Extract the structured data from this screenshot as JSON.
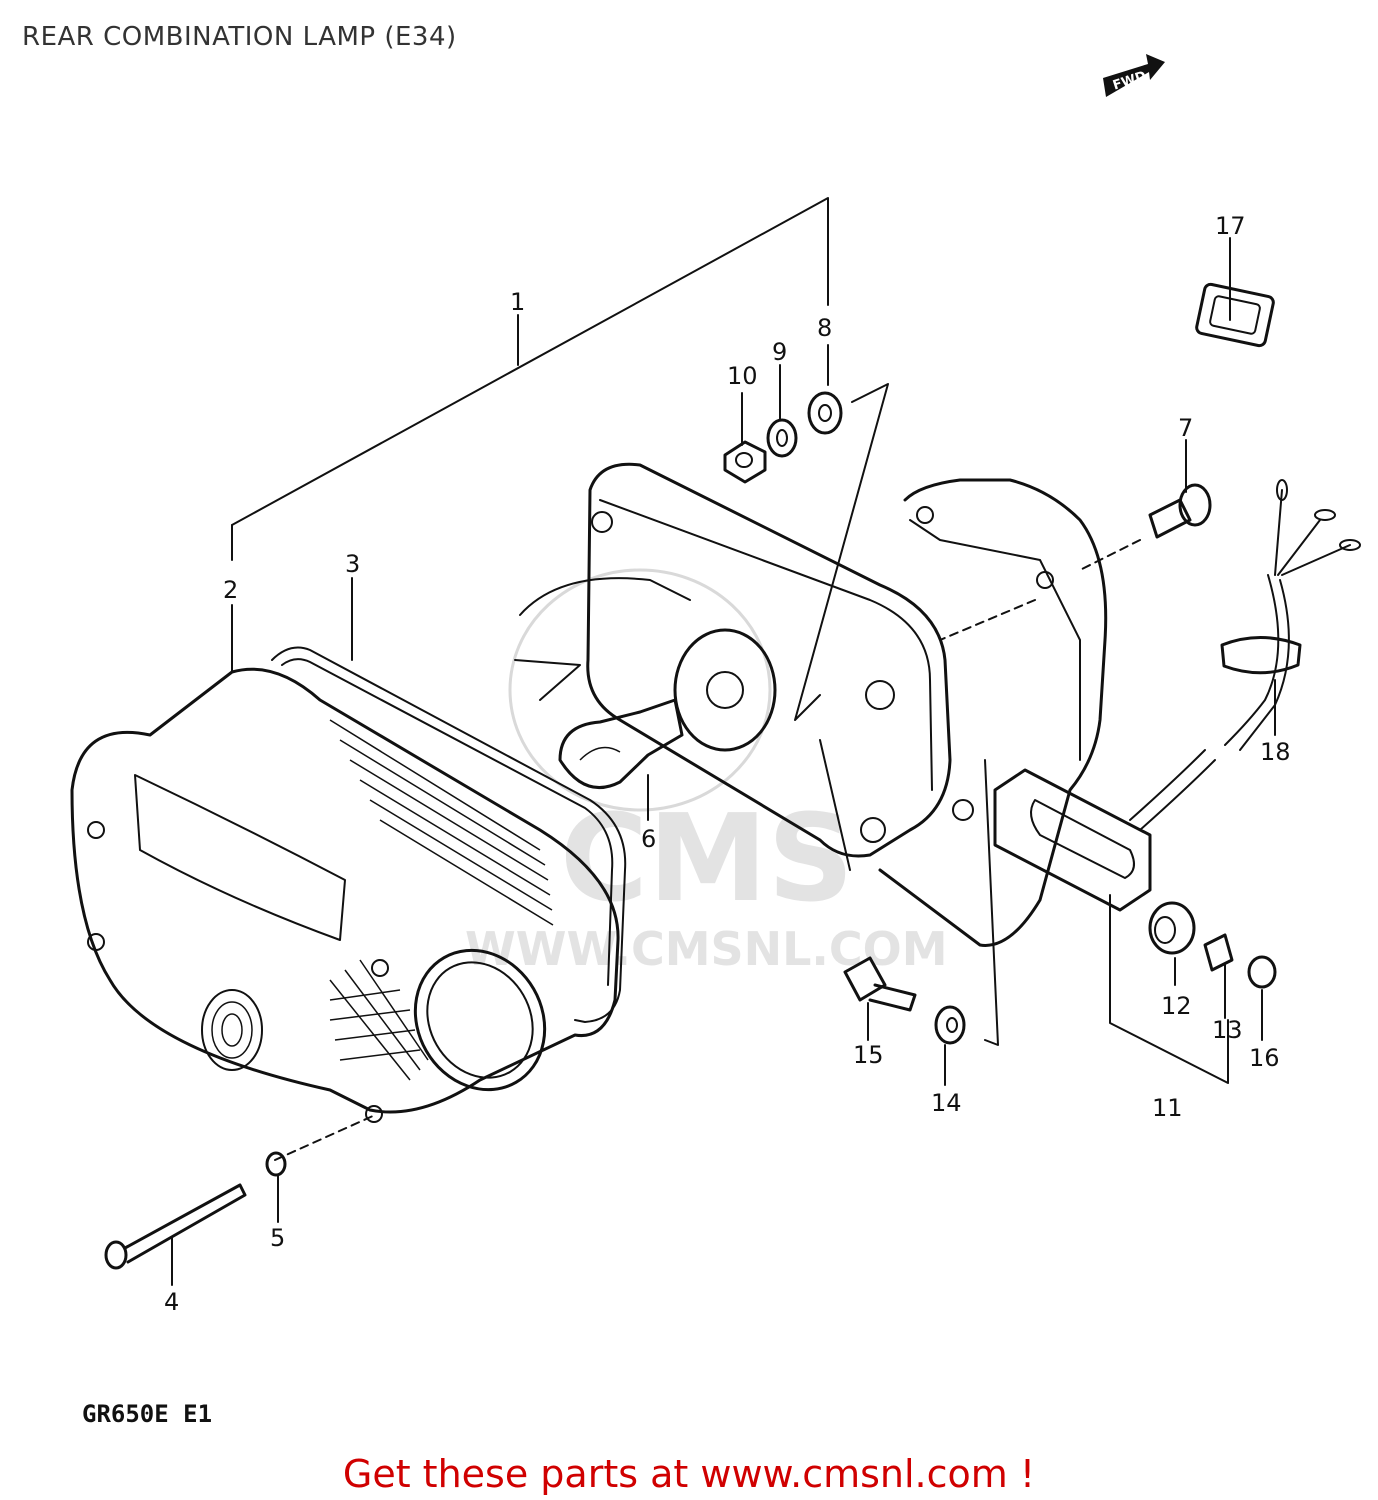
{
  "title": "REAR COMBINATION LAMP (E34)",
  "model_code": "GR650E E1",
  "fwd_arrow": "FWD",
  "watermark": {
    "logo": "CMS",
    "url": "WWW.CMSNL.COM"
  },
  "footer": "Get these parts at www.cmsnl.com !",
  "callouts": [
    {
      "id": "1",
      "label": "1"
    },
    {
      "id": "2",
      "label": "2"
    },
    {
      "id": "3",
      "label": "3"
    },
    {
      "id": "4",
      "label": "4"
    },
    {
      "id": "5",
      "label": "5"
    },
    {
      "id": "6",
      "label": "6"
    },
    {
      "id": "7",
      "label": "7"
    },
    {
      "id": "8",
      "label": "8"
    },
    {
      "id": "9",
      "label": "9"
    },
    {
      "id": "10",
      "label": "10"
    },
    {
      "id": "11",
      "label": "11"
    },
    {
      "id": "12",
      "label": "12"
    },
    {
      "id": "13",
      "label": "13"
    },
    {
      "id": "14",
      "label": "14"
    },
    {
      "id": "15",
      "label": "15"
    },
    {
      "id": "16",
      "label": "16"
    },
    {
      "id": "17",
      "label": "17"
    },
    {
      "id": "18",
      "label": "18"
    }
  ]
}
